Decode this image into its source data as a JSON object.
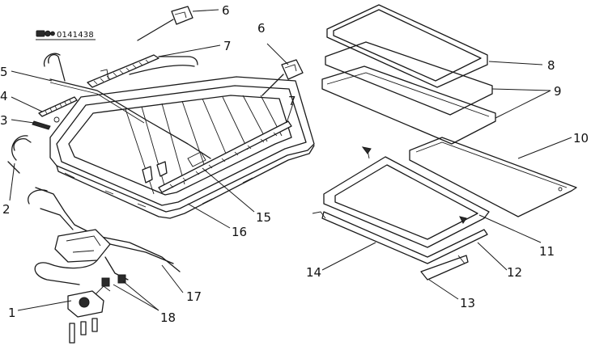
{
  "reference_code": "0141438",
  "colors": {
    "ink": "#1a1a1a",
    "background": "#ffffff"
  },
  "callouts": [
    {
      "id": "c1",
      "text": "1"
    },
    {
      "id": "c2",
      "text": "2"
    },
    {
      "id": "c3",
      "text": "3"
    },
    {
      "id": "c4",
      "text": "4"
    },
    {
      "id": "c5",
      "text": "5"
    },
    {
      "id": "c6a",
      "text": "6"
    },
    {
      "id": "c6b",
      "text": "6"
    },
    {
      "id": "c7a",
      "text": "7"
    },
    {
      "id": "c7b",
      "text": "7"
    },
    {
      "id": "c8",
      "text": "8"
    },
    {
      "id": "c9",
      "text": "9"
    },
    {
      "id": "c10",
      "text": "10"
    },
    {
      "id": "c11",
      "text": "11"
    },
    {
      "id": "c12",
      "text": "12"
    },
    {
      "id": "c13",
      "text": "13"
    },
    {
      "id": "c14",
      "text": "14"
    },
    {
      "id": "c15",
      "text": "15"
    },
    {
      "id": "c16",
      "text": "16"
    },
    {
      "id": "c17",
      "text": "17"
    },
    {
      "id": "c18",
      "text": "18"
    }
  ]
}
